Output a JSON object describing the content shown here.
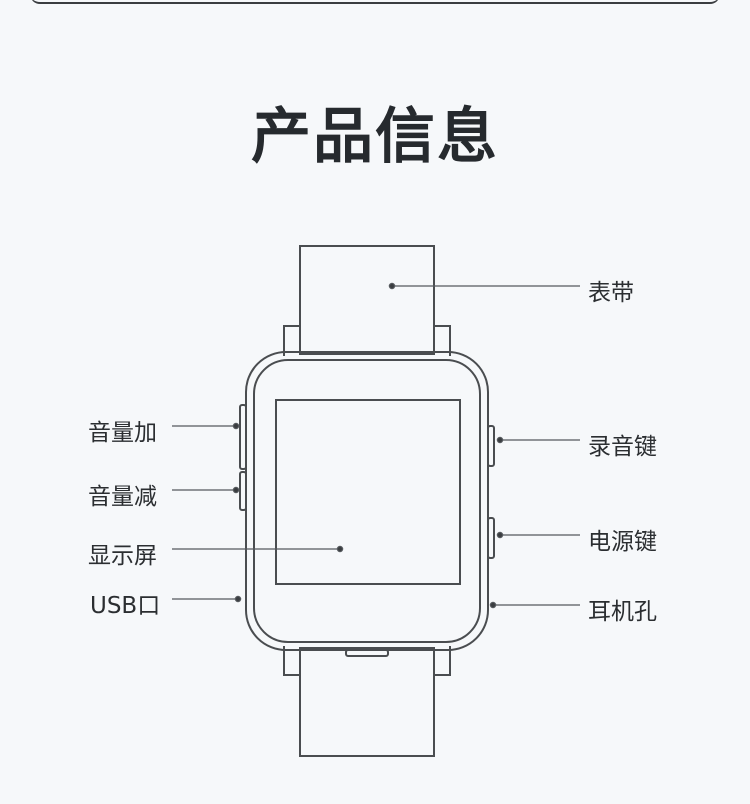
{
  "title": "产品信息",
  "labels": {
    "strap": "表带",
    "volume_up": "音量加",
    "volume_down": "音量减",
    "display": "显示屏",
    "usb_port": "USB口",
    "record_key": "录音键",
    "power_key": "电源键",
    "headphone_jack": "耳机孔"
  }
}
